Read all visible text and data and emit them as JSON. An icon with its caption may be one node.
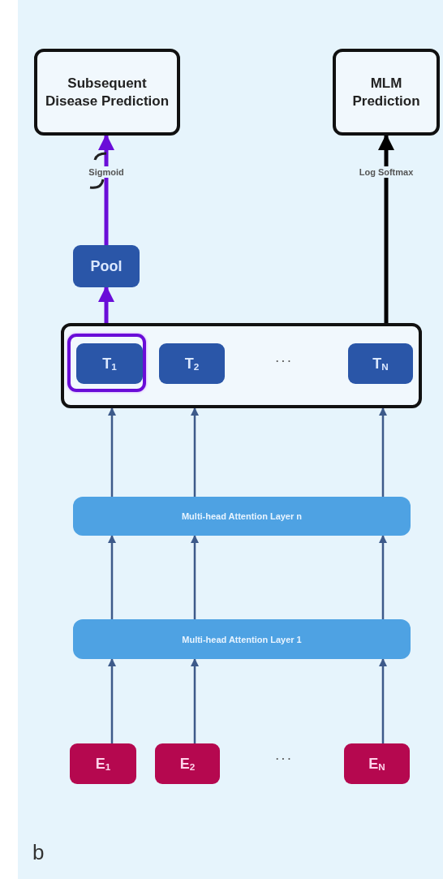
{
  "diagram": {
    "nodes": [
      {
        "text": [
          "Subsequent Disease Prediction"
        ]
      },
      {
        "text": [
          "MLM Prediction"
        ]
      },
      {
        "text": [
          "Pool"
        ]
      },
      {
        "text": [],
        "shape": "box"
      },
      {
        "text": [
          "T$_{1}$"
        ],
        "in": 3
      },
      {
        "text": [
          "T$_{2}$"
        ],
        "in": 3
      },
      {
        "text": [
          "T$_{N}$"
        ],
        "in": 3
      },
      {
        "text": [
          "Multi-head Attention Layer n"
        ]
      },
      {
        "text": [
          "Multi-head Attention Layer 1"
        ]
      },
      {
        "text": [
          "E$_{1}$"
        ]
      },
      {
        "text": [
          "E$_{2}$"
        ]
      },
      {
        "text": [
          "E$_{N}$"
        ]
      }
    ],
    "edges": [
      {
        "from": 2,
        "to": 0,
        "arrow": "to",
        "label": "Sigmoid",
        "style": "thick",
        "color": "#6a0dd8"
      },
      {
        "from": 4,
        "to": 2,
        "arrow": "to",
        "style": "thick",
        "color": "#6a0dd8"
      },
      {
        "from": 3,
        "to": 1,
        "arrow": "to",
        "label": "Log Softmax",
        "style": "thick",
        "color": "#000000"
      },
      {
        "from": 7,
        "to": 3,
        "arrow": "to"
      },
      {
        "from": 7,
        "to": 3,
        "arrow": "to"
      },
      {
        "from": 7,
        "to": 3,
        "arrow": "to"
      },
      {
        "from": 8,
        "to": 7,
        "arrow": "to"
      },
      {
        "from": 8,
        "to": 7,
        "arrow": "to"
      },
      {
        "from": 8,
        "to": 7,
        "arrow": "to"
      },
      {
        "from": 9,
        "to": 8,
        "arrow": "to"
      },
      {
        "from": 10,
        "to": 8,
        "arrow": "to"
      },
      {
        "from": 11,
        "to": 8,
        "arrow": "to"
      }
    ],
    "labels": [
      "· · ·",
      "· · ·",
      "b"
    ]
  }
}
